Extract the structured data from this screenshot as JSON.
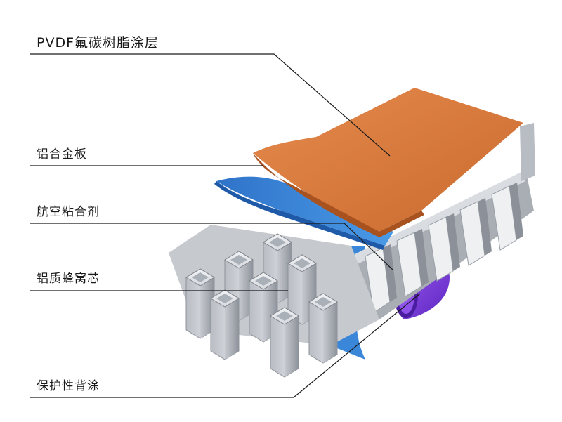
{
  "layers": [
    {
      "key": "coating",
      "label": "PVDF氟碳树脂涂层",
      "color": "#d97a3f"
    },
    {
      "key": "aluminum_plate",
      "label": "铝合金板",
      "color": "#3a86d8"
    },
    {
      "key": "adhesive",
      "label": "航空粘合剂",
      "color": "#cfd3d8"
    },
    {
      "key": "honeycomb_core",
      "label": "铝质蜂窝芯",
      "color": "#c9ccd1"
    },
    {
      "key": "back_coating",
      "label": "保护性背涂",
      "color": "#7a3fe0"
    }
  ]
}
